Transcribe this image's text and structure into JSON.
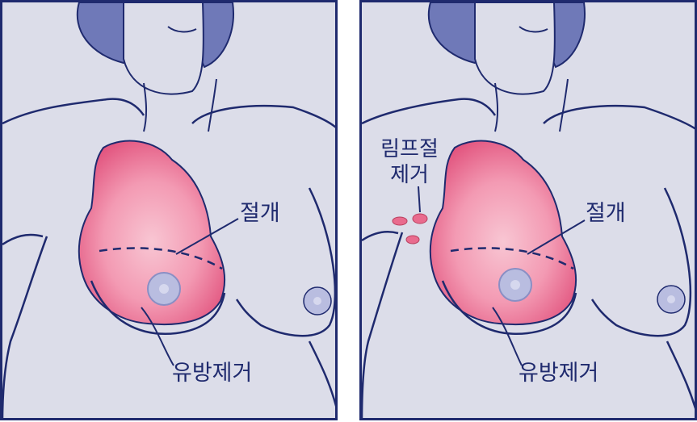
{
  "colors": {
    "skin": "#dcdde9",
    "outline": "#1f2a6e",
    "hair": "#6f79b8",
    "tissue_outer": "#e96b8e",
    "tissue_inner": "#f6b8c8",
    "nipple": "#b9bde0"
  },
  "panels": [
    {
      "labels": {
        "incision": "절개",
        "mastectomy": "유방제거"
      }
    },
    {
      "labels": {
        "lymph_line1": "림프절",
        "lymph_line2": "제거",
        "incision": "절개",
        "mastectomy": "유방제거"
      }
    }
  ]
}
